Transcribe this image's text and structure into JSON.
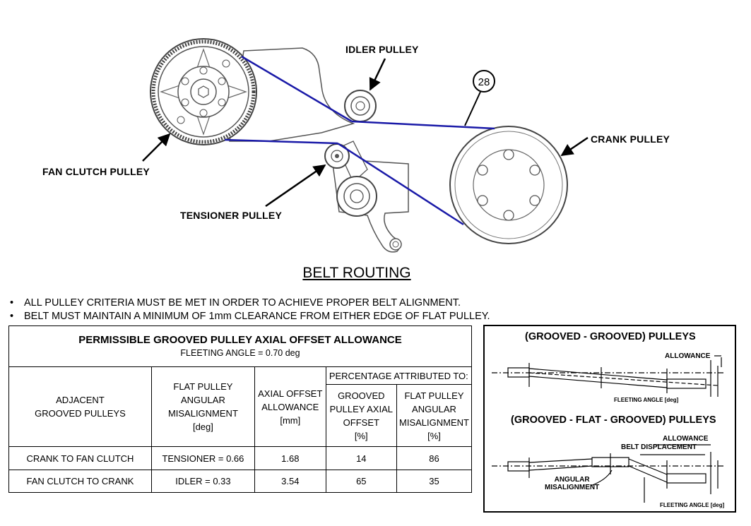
{
  "labels": {
    "idler": "IDLER PULLEY",
    "fan_clutch": "FAN CLUTCH PULLEY",
    "tensioner": "TENSIONER PULLEY",
    "crank": "CRANK PULLEY",
    "callout": "28"
  },
  "routing_title": "BELT ROUTING",
  "notes": [
    "ALL PULLEY CRITERIA MUST BE MET IN ORDER TO ACHIEVE PROPER BELT ALIGNMENT.",
    "BELT MUST MAINTAIN A MINIMUM OF 1mm CLEARANCE FROM EITHER EDGE OF FLAT PULLEY."
  ],
  "bullet": "•",
  "table": {
    "title": "PERMISSIBLE GROOVED PULLEY AXIAL OFFSET ALLOWANCE",
    "subtitle": "FLEETING ANGLE = 0.70 deg",
    "percentage_header": "PERCENTAGE ATTRIBUTED TO:",
    "headers": {
      "adjacent": [
        "ADJACENT",
        "GROOVED PULLEYS"
      ],
      "flat_misalign": [
        "FLAT PULLEY",
        "ANGULAR",
        "MISALIGNMENT",
        "[deg]"
      ],
      "axial_offset": [
        "AXIAL OFFSET",
        "ALLOWANCE",
        "[mm]"
      ],
      "grooved_pct": [
        "GROOVED",
        "PULLEY AXIAL",
        "OFFSET",
        "[%]"
      ],
      "flat_pct": [
        "FLAT PULLEY",
        "ANGULAR",
        "MISALIGNMENT",
        "[%]"
      ]
    },
    "rows": [
      [
        "CRANK TO FAN CLUTCH",
        "TENSIONER = 0.66",
        "1.68",
        "14",
        "86"
      ],
      [
        "FAN CLUTCH TO CRANK",
        "IDLER = 0.33",
        "3.54",
        "65",
        "35"
      ]
    ]
  },
  "right_panel": {
    "top_title": "(GROOVED - GROOVED) PULLEYS",
    "bottom_title": "(GROOVED - FLAT - GROOVED) PULLEYS",
    "allowance": "ALLOWANCE",
    "fleeting_angle": "FLEETING ANGLE [deg]",
    "belt_displacement": "BELT DISPLACEMENT",
    "angular_misalignment": [
      "ANGULAR",
      "MISALIGNMENT"
    ]
  },
  "colors": {
    "belt": "#1a1aa8",
    "line": "#000000",
    "part": "#555555"
  }
}
